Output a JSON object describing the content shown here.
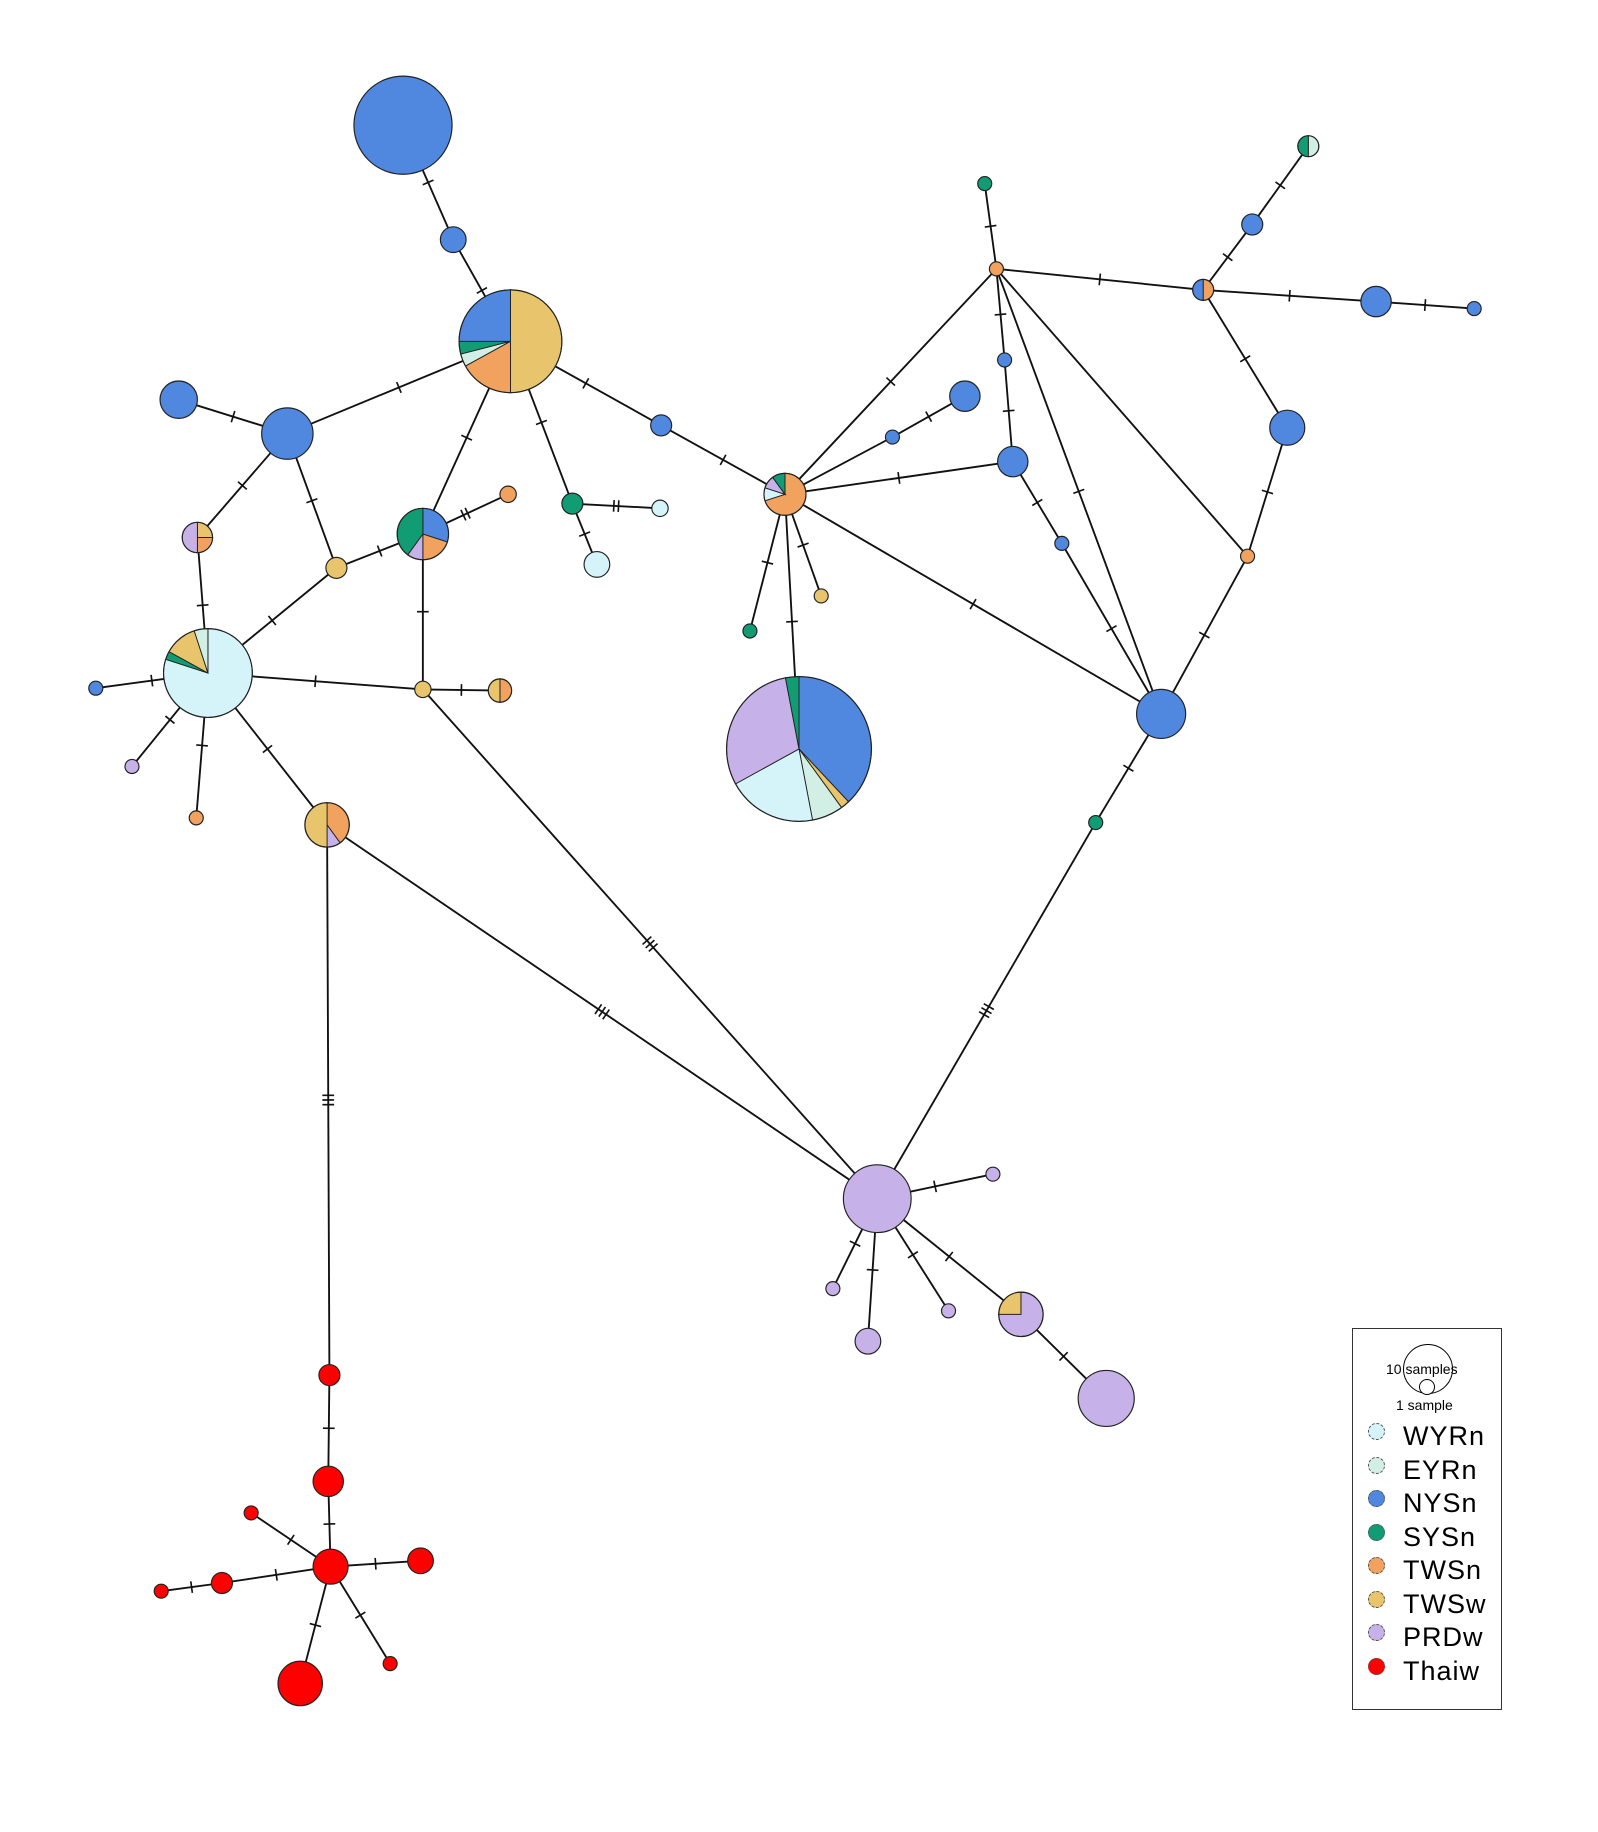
{
  "populations": [
    {
      "key": "WYRn",
      "label": "WYRn",
      "color": "#d4f4fa"
    },
    {
      "key": "EYRn",
      "label": "EYRn",
      "color": "#d2efe5"
    },
    {
      "key": "NYSn",
      "label": "NYSn",
      "color": "#5088e0"
    },
    {
      "key": "SYSn",
      "label": "SYSn",
      "color": "#129c74"
    },
    {
      "key": "TWSn",
      "label": "TWSn",
      "color": "#f0a25e"
    },
    {
      "key": "TWSw",
      "label": "TWSw",
      "color": "#e8c46c"
    },
    {
      "key": "PRDw",
      "label": "PRDw",
      "color": "#c6b2e8"
    },
    {
      "key": "Thaiw",
      "label": "Thaiw",
      "color": "#ff0000"
    }
  ],
  "legend": {
    "size_large": "10 samples",
    "size_small": "1 sample"
  },
  "haplotypes": [
    {
      "id": 1,
      "comp": {
        "NYSn": 1
      }
    },
    {
      "id": 2,
      "comp": {
        "NYSn": 1
      }
    },
    {
      "id": 3,
      "comp": {
        "TWSw": 0.5,
        "TWSn": 0.17,
        "EYRn": 0.04,
        "SYSn": 0.04,
        "NYSn": 0.25
      }
    },
    {
      "id": 4,
      "comp": {
        "NYSn": 1
      }
    },
    {
      "id": 5,
      "comp": {
        "NYSn": 1
      }
    },
    {
      "id": 6,
      "comp": {
        "TWSw": 0.25,
        "TWSn": 0.25,
        "PRDw": 0.5
      }
    },
    {
      "id": 7,
      "comp": {
        "WYRn": 0.8,
        "SYSn": 0.03,
        "TWSw": 0.12,
        "EYRn": 0.05
      }
    },
    {
      "id": 8,
      "comp": {
        "NYSn": 1
      }
    },
    {
      "id": 9,
      "comp": {
        "PRDw": 1
      }
    },
    {
      "id": 10,
      "comp": {
        "TWSn": 1
      }
    },
    {
      "id": 11,
      "comp": {
        "TWSn": 0.4,
        "PRDw": 0.1,
        "TWSw": 0.5
      }
    },
    {
      "id": 12,
      "comp": {
        "TWSw": 1
      }
    },
    {
      "id": 13,
      "comp": {
        "NYSn": 0.3,
        "TWSn": 0.2,
        "PRDw": 0.1,
        "SYSn": 0.4
      }
    },
    {
      "id": 14,
      "comp": {
        "TWSn": 1
      }
    },
    {
      "id": 15,
      "comp": {
        "TWSw": 1
      }
    },
    {
      "id": 16,
      "comp": {
        "TWSn": 0.5,
        "TWSw": 0.5
      }
    },
    {
      "id": 17,
      "comp": {
        "SYSn": 1
      }
    },
    {
      "id": 18,
      "comp": {
        "WYRn": 1
      }
    },
    {
      "id": 19,
      "comp": {
        "WYRn": 1
      }
    },
    {
      "id": 20,
      "comp": {
        "NYSn": 1
      }
    },
    {
      "id": 21,
      "comp": {
        "TWSn": 0.7,
        "WYRn": 0.1,
        "PRDw": 0.1,
        "SYSn": 0.1
      }
    },
    {
      "id": 22,
      "comp": {
        "SYSn": 1
      }
    },
    {
      "id": 23,
      "comp": {
        "TWSw": 1
      }
    },
    {
      "id": 24,
      "comp": {
        "NYSn": 0.38,
        "TWSw": 0.02,
        "EYRn": 0.07,
        "WYRn": 0.2,
        "PRDw": 0.3,
        "SYSn": 0.03
      }
    },
    {
      "id": 25,
      "comp": {
        "NYSn": 1
      }
    },
    {
      "id": 26,
      "comp": {
        "NYSn": 1
      }
    },
    {
      "id": 27,
      "comp": {
        "TWSn": 1
      }
    },
    {
      "id": 28,
      "comp": {
        "SYSn": 1
      }
    },
    {
      "id": 29,
      "comp": {
        "NYSn": 1
      }
    },
    {
      "id": 30,
      "comp": {
        "NYSn": 1
      }
    },
    {
      "id": 31,
      "comp": {
        "NYSn": 1
      }
    },
    {
      "id": 32,
      "comp": {
        "NYSn": 1
      }
    },
    {
      "id": 33,
      "comp": {
        "SYSn": 1
      }
    },
    {
      "id": 34,
      "comp": {
        "TWSn": 0.5,
        "NYSn": 0.5
      }
    },
    {
      "id": 35,
      "comp": {
        "NYSn": 1
      }
    },
    {
      "id": 36,
      "comp": {
        "EYRn": 0.5,
        "SYSn": 0.5
      }
    },
    {
      "id": 37,
      "comp": {
        "NYSn": 1
      }
    },
    {
      "id": 38,
      "comp": {
        "NYSn": 1
      }
    },
    {
      "id": 39,
      "comp": {
        "NYSn": 1
      }
    },
    {
      "id": 40,
      "comp": {
        "TWSn": 1
      }
    },
    {
      "id": 41,
      "comp": {
        "PRDw": 1
      }
    },
    {
      "id": 42,
      "comp": {
        "PRDw": 1
      }
    },
    {
      "id": 43,
      "comp": {
        "PRDw": 1
      }
    },
    {
      "id": 44,
      "comp": {
        "PRDw": 1
      }
    },
    {
      "id": 45,
      "comp": {
        "PRDw": 1
      }
    },
    {
      "id": 46,
      "comp": {
        "PRDw": 0.75,
        "TWSw": 0.25
      }
    },
    {
      "id": 47,
      "comp": {
        "PRDw": 1
      }
    },
    {
      "id": 48,
      "comp": {
        "Thaiw": 1
      }
    },
    {
      "id": 49,
      "comp": {
        "Thaiw": 1
      }
    },
    {
      "id": 50,
      "comp": {
        "Thaiw": 1
      }
    },
    {
      "id": 51,
      "comp": {
        "Thaiw": 1
      }
    },
    {
      "id": 52,
      "comp": {
        "Thaiw": 1
      }
    },
    {
      "id": 53,
      "comp": {
        "Thaiw": 1
      }
    },
    {
      "id": 54,
      "comp": {
        "Thaiw": 1
      }
    },
    {
      "id": 55,
      "comp": {
        "Thaiw": 1
      }
    },
    {
      "id": 56,
      "comp": {
        "Thaiw": 1
      }
    }
  ],
  "links": [
    [
      1,
      2,
      1
    ],
    [
      2,
      3,
      1
    ],
    [
      3,
      5,
      1
    ],
    [
      5,
      4,
      1
    ],
    [
      5,
      6,
      1
    ],
    [
      5,
      12,
      1
    ],
    [
      6,
      7,
      1
    ],
    [
      7,
      12,
      1
    ],
    [
      7,
      8,
      1
    ],
    [
      7,
      9,
      1
    ],
    [
      7,
      10,
      1
    ],
    [
      7,
      15,
      1
    ],
    [
      7,
      11,
      1
    ],
    [
      12,
      13,
      1
    ],
    [
      13,
      14,
      2
    ],
    [
      13,
      15,
      1
    ],
    [
      3,
      13,
      1
    ],
    [
      15,
      16,
      1
    ],
    [
      3,
      17,
      1
    ],
    [
      17,
      18,
      2
    ],
    [
      17,
      19,
      1
    ],
    [
      3,
      20,
      1
    ],
    [
      20,
      21,
      1
    ],
    [
      21,
      22,
      1
    ],
    [
      21,
      23,
      1
    ],
    [
      21,
      24,
      1
    ],
    [
      21,
      25,
      0
    ],
    [
      25,
      26,
      1
    ],
    [
      21,
      27,
      1
    ],
    [
      21,
      30,
      1
    ],
    [
      21,
      32,
      1
    ],
    [
      27,
      28,
      1
    ],
    [
      27,
      29,
      1
    ],
    [
      29,
      30,
      1
    ],
    [
      30,
      31,
      1
    ],
    [
      31,
      32,
      1
    ],
    [
      27,
      32,
      1
    ],
    [
      27,
      34,
      1
    ],
    [
      34,
      35,
      1
    ],
    [
      35,
      36,
      1
    ],
    [
      34,
      37,
      1
    ],
    [
      37,
      38,
      1
    ],
    [
      34,
      39,
      1
    ],
    [
      39,
      40,
      1
    ],
    [
      40,
      32,
      1
    ],
    [
      27,
      40,
      0
    ],
    [
      32,
      33,
      1
    ],
    [
      33,
      41,
      3
    ],
    [
      15,
      41,
      3
    ],
    [
      11,
      41,
      3
    ],
    [
      11,
      48,
      3
    ],
    [
      41,
      42,
      1
    ],
    [
      41,
      43,
      1
    ],
    [
      41,
      44,
      1
    ],
    [
      41,
      45,
      1
    ],
    [
      41,
      46,
      1
    ],
    [
      46,
      47,
      1
    ],
    [
      48,
      49,
      1
    ],
    [
      49,
      50,
      1
    ],
    [
      50,
      51,
      1
    ],
    [
      50,
      52,
      1
    ],
    [
      52,
      53,
      1
    ],
    [
      50,
      54,
      1
    ],
    [
      50,
      55,
      1
    ],
    [
      50,
      56,
      1
    ]
  ]
}
